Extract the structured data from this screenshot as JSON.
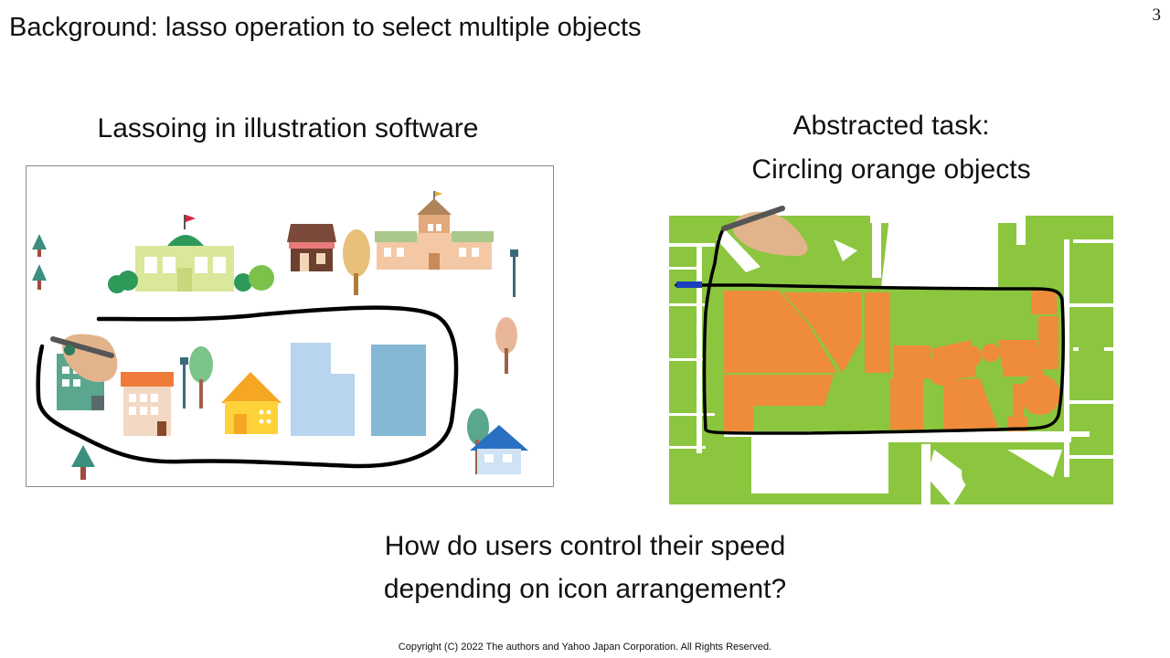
{
  "slide": {
    "title": "Background: lasso operation to select multiple objects",
    "page_number": "3",
    "left_caption": "Lassoing in illustration software",
    "right_caption_line1": "Abstracted task:",
    "right_caption_line2": "Circling orange objects",
    "question_line1": "How do users control their speed",
    "question_line2": "depending on icon arrangement?",
    "copyright": "Copyright (C) 2022 The authors and Yahoo Japan Corporation. All Rights Reserved."
  },
  "colors": {
    "green": "#8cc63f",
    "orange": "#ee8c3a",
    "lasso": "#000000",
    "start_marker": "#1a3fbf"
  },
  "icons": [
    "hand-pen-icon",
    "building-icon",
    "house-icon",
    "tree-icon",
    "street-lamp-icon",
    "shop-icon"
  ]
}
